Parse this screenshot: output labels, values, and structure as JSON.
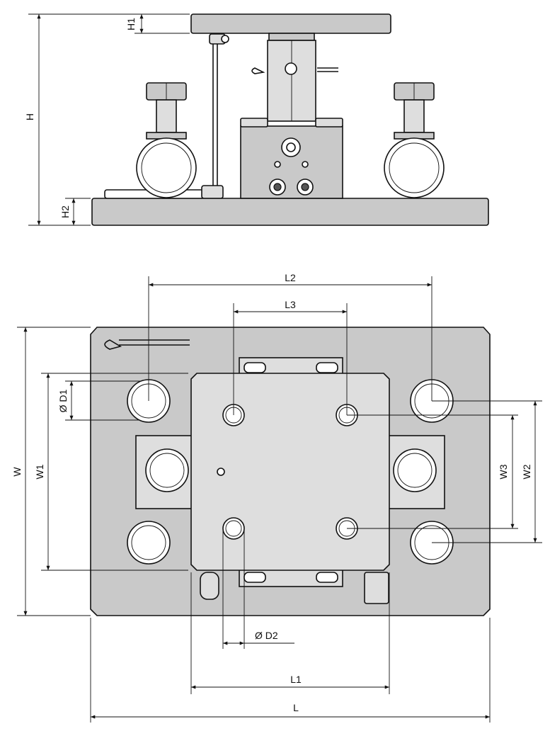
{
  "drawing": {
    "side_view": {
      "dimensions": {
        "h1": "H1",
        "h": "H",
        "h2": "H2"
      }
    },
    "top_view": {
      "dimensions": {
        "l2": "L2",
        "l3": "L3",
        "w": "W",
        "w1": "W1",
        "d1": "Ø D1",
        "w3": "W3",
        "w2": "W2",
        "d2": "Ø D2",
        "l1": "L1",
        "l": "L"
      }
    }
  }
}
